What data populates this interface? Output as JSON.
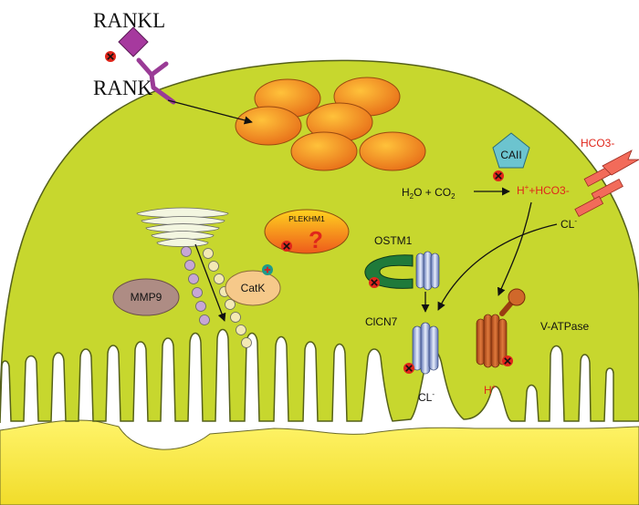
{
  "labels": {
    "rankl": "RANKL",
    "rank": "RANK",
    "caii": "CAII",
    "h2o": "H",
    "h2o_sub": "2",
    "h2o_rest": "O + CO",
    "co2_sub": "2",
    "hplus": "H",
    "hplus_sup": "+",
    "hco3_inline": "+HCO3-",
    "hco3_top": "HCO3-",
    "cl_right": "CL",
    "cl_right_sup": "-",
    "plekhm1": "PLEKHM1",
    "question": "?",
    "ostm1": "OSTM1",
    "mmp9": "MMP9",
    "catk": "CatK",
    "clcn7": "ClCN7",
    "vatpase": "V-ATPase",
    "cl_bottom": "CL",
    "cl_bottom_sup": "-",
    "h_bottom": "H",
    "h_bottom_sup": "+"
  },
  "colors": {
    "cell": "#c3d42a",
    "bone": "#f2e63a",
    "nucleus": "#f08a1a",
    "mmp9": "#ae8c84",
    "catk": "#f6c98a",
    "vatpase": "#c85a1f",
    "channel": "#8fa6d6",
    "ostm1": "#1f7a3a",
    "caii": "#6cc4cf",
    "rankl": "#a23a9b",
    "mutation": "#e0261b",
    "mutation_catk": "#1e9a8a"
  }
}
